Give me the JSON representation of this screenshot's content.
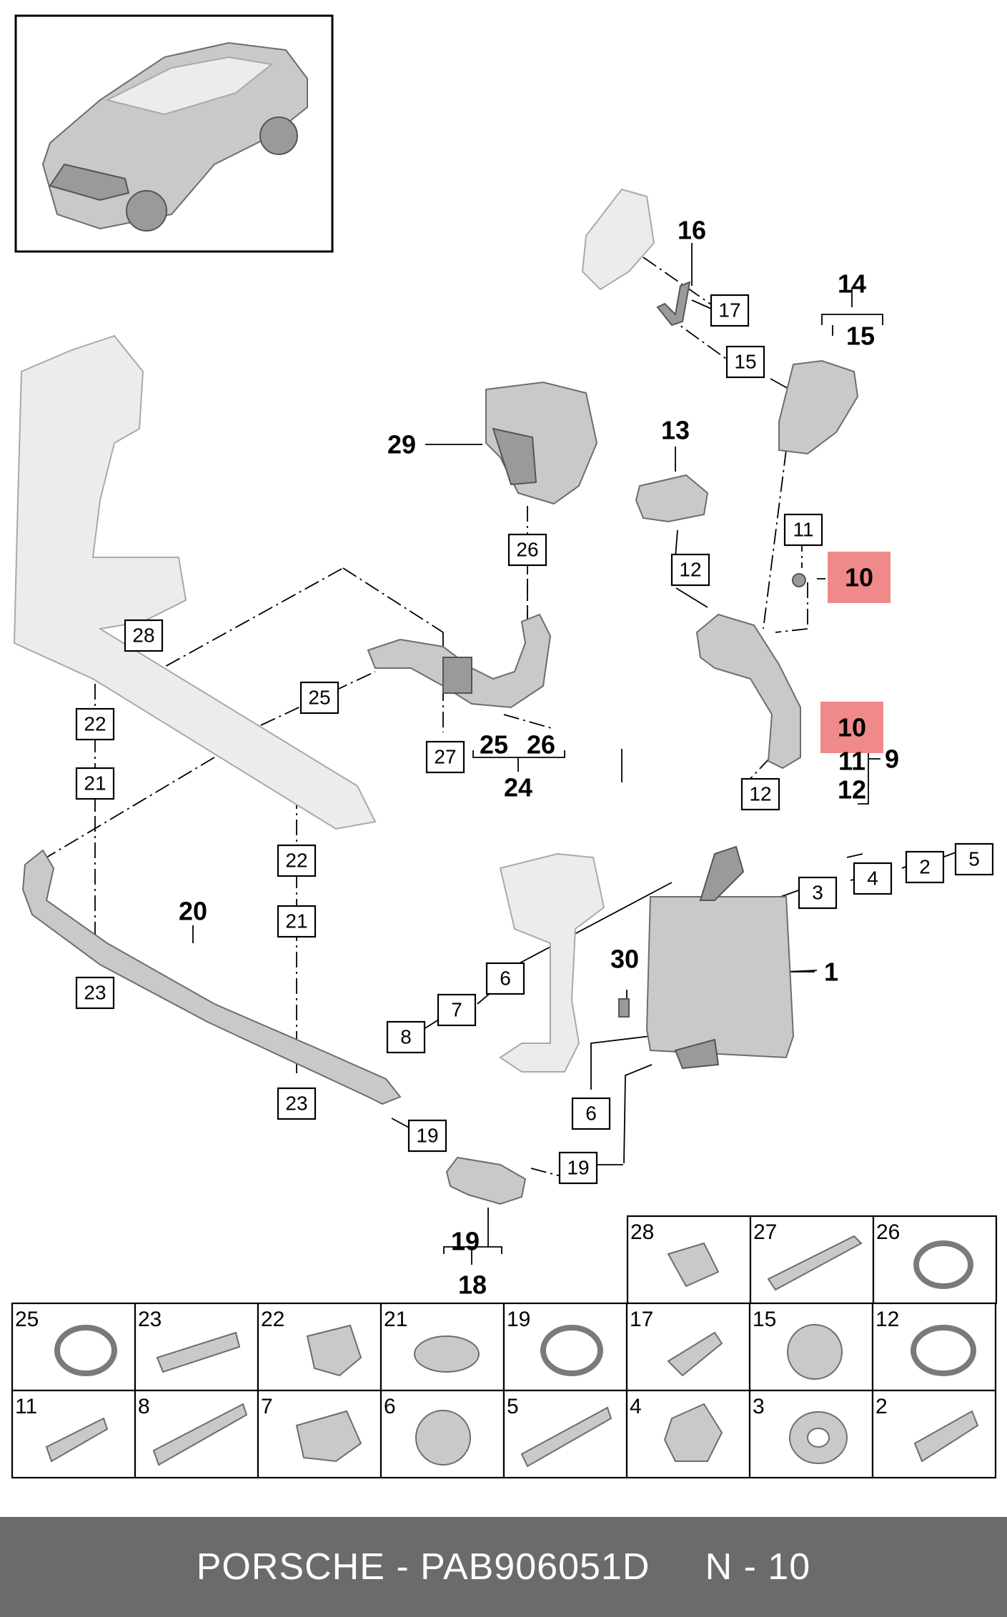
{
  "callouts": [
    {
      "id": "c16",
      "text": "16",
      "bold": true
    },
    {
      "id": "c17",
      "text": "17"
    },
    {
      "id": "c14",
      "text": "14",
      "bold": true
    },
    {
      "id": "c15b",
      "text": "15",
      "bold": true
    },
    {
      "id": "c15",
      "text": "15"
    },
    {
      "id": "c13",
      "text": "13",
      "bold": true
    },
    {
      "id": "c29",
      "text": "29",
      "bold": true
    },
    {
      "id": "c26a",
      "text": "26"
    },
    {
      "id": "c11",
      "text": "11"
    },
    {
      "id": "c10a",
      "text": "10",
      "bold": true,
      "highlight": true
    },
    {
      "id": "c12a",
      "text": "12"
    },
    {
      "id": "c28",
      "text": "28"
    },
    {
      "id": "c25",
      "text": "25"
    },
    {
      "id": "c27",
      "text": "27"
    },
    {
      "id": "c25b",
      "text": "25",
      "bold": true
    },
    {
      "id": "c26b",
      "text": "26",
      "bold": true
    },
    {
      "id": "c24",
      "text": "24",
      "bold": true
    },
    {
      "id": "c10b",
      "text": "10",
      "bold": true,
      "highlight": true
    },
    {
      "id": "c11b",
      "text": "11",
      "bold": true
    },
    {
      "id": "c12b",
      "text": "12",
      "bold": true
    },
    {
      "id": "c9",
      "text": "9",
      "bold": true
    },
    {
      "id": "c22a",
      "text": "22"
    },
    {
      "id": "c21a",
      "text": "21"
    },
    {
      "id": "c12c",
      "text": "12"
    },
    {
      "id": "c5",
      "text": "5"
    },
    {
      "id": "c2",
      "text": "2"
    },
    {
      "id": "c4",
      "text": "4"
    },
    {
      "id": "c3",
      "text": "3"
    },
    {
      "id": "c22b",
      "text": "22"
    },
    {
      "id": "c21b",
      "text": "21"
    },
    {
      "id": "c20",
      "text": "20",
      "bold": true
    },
    {
      "id": "c1",
      "text": "1",
      "bold": true
    },
    {
      "id": "c6a",
      "text": "6"
    },
    {
      "id": "c30",
      "text": "30",
      "bold": true
    },
    {
      "id": "c23a",
      "text": "23"
    },
    {
      "id": "c7",
      "text": "7"
    },
    {
      "id": "c8",
      "text": "8"
    },
    {
      "id": "c6b",
      "text": "6"
    },
    {
      "id": "c23b",
      "text": "23"
    },
    {
      "id": "c19a",
      "text": "19"
    },
    {
      "id": "c19b",
      "text": "19"
    },
    {
      "id": "c19c",
      "text": "19",
      "bold": true
    },
    {
      "id": "c18",
      "text": "18",
      "bold": true
    }
  ],
  "parts_grid": {
    "row1": [
      "28",
      "27",
      "26"
    ],
    "row2": [
      "25",
      "23",
      "22",
      "21",
      "19",
      "17",
      "15",
      "12"
    ],
    "row3": [
      "11",
      "8",
      "7",
      "6",
      "5",
      "4",
      "3",
      "2"
    ]
  },
  "footer": {
    "text": "PORSCHE - PAB906051D     N - 10"
  },
  "colors": {
    "highlight": "#f08a8a",
    "footer_bg": "#6b6b6b"
  }
}
